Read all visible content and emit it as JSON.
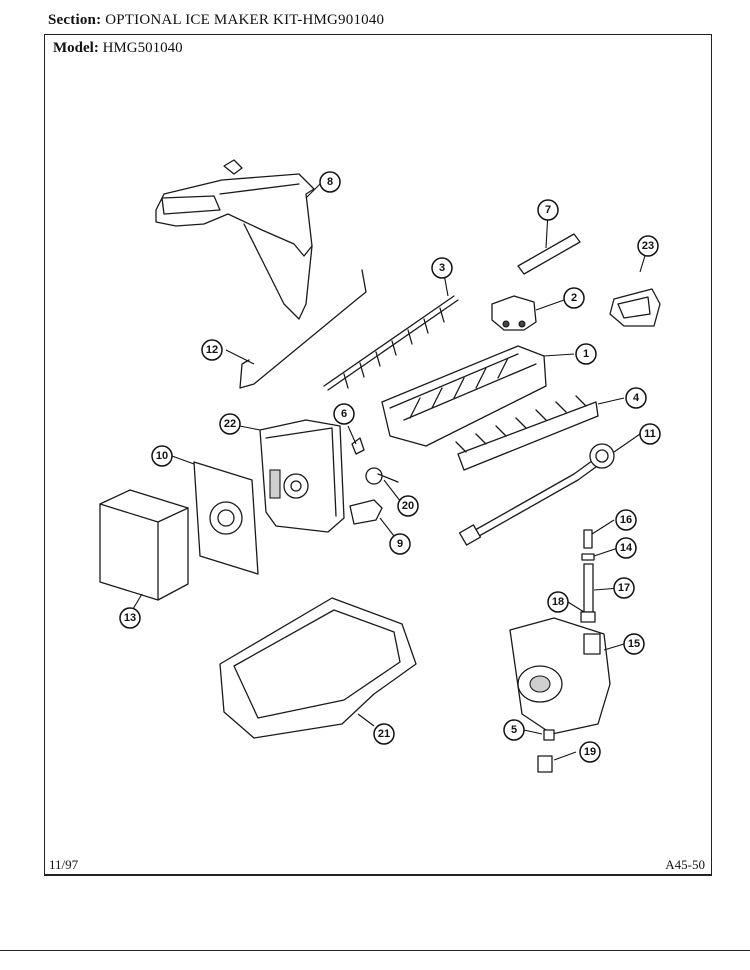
{
  "header": {
    "section_label": "Section:",
    "section_title": "OPTIONAL ICE MAKER KIT-HMG901040",
    "model_label": "Model:",
    "model_number": "HMG501040"
  },
  "footer": {
    "date": "11/97",
    "page_code": "A45-50"
  },
  "callouts": [
    "1",
    "2",
    "3",
    "4",
    "5",
    "6",
    "7",
    "8",
    "9",
    "10",
    "11",
    "12",
    "13",
    "14",
    "15",
    "16",
    "17",
    "18",
    "19",
    "20",
    "21",
    "22",
    "23"
  ]
}
